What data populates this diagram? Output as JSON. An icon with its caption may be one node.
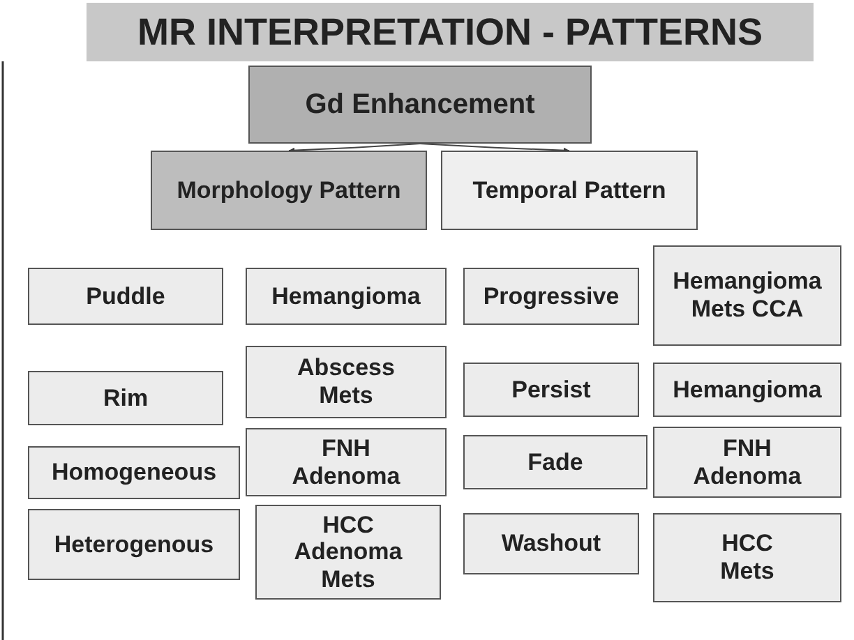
{
  "diagram": {
    "title": "MR INTERPRETATION - PATTERNS",
    "nodes": [
      {
        "text": [
          "Gd Enhancement"
        ]
      },
      {
        "text": [
          "Morphology Pattern"
        ]
      },
      {
        "text": [
          "Temporal Pattern"
        ]
      },
      {
        "text": [
          "Puddle"
        ]
      },
      {
        "text": [
          "Hemangioma"
        ]
      },
      {
        "text": [
          "Progressive"
        ]
      },
      {
        "text": [
          "Hemangioma Mets CCA"
        ]
      },
      {
        "text": [
          "Rim"
        ]
      },
      {
        "text": [
          "Abscess Mets"
        ]
      },
      {
        "text": [
          "Persist"
        ]
      },
      {
        "text": [
          "Hemangioma"
        ]
      },
      {
        "text": [
          "Homogeneous"
        ]
      },
      {
        "text": [
          "FNH Adenoma"
        ]
      },
      {
        "text": [
          "Fade"
        ]
      },
      {
        "text": [
          "FNH Adenoma"
        ]
      },
      {
        "text": [
          "Heterogenous"
        ]
      },
      {
        "text": [
          "HCC Adenoma Mets"
        ]
      },
      {
        "text": [
          "Washout"
        ]
      },
      {
        "text": [
          "HCC Mets"
        ]
      }
    ],
    "edges": [
      {
        "from": 0,
        "to": 1,
        "arrow": "to"
      },
      {
        "from": 0,
        "to": 2,
        "arrow": "to"
      }
    ]
  }
}
